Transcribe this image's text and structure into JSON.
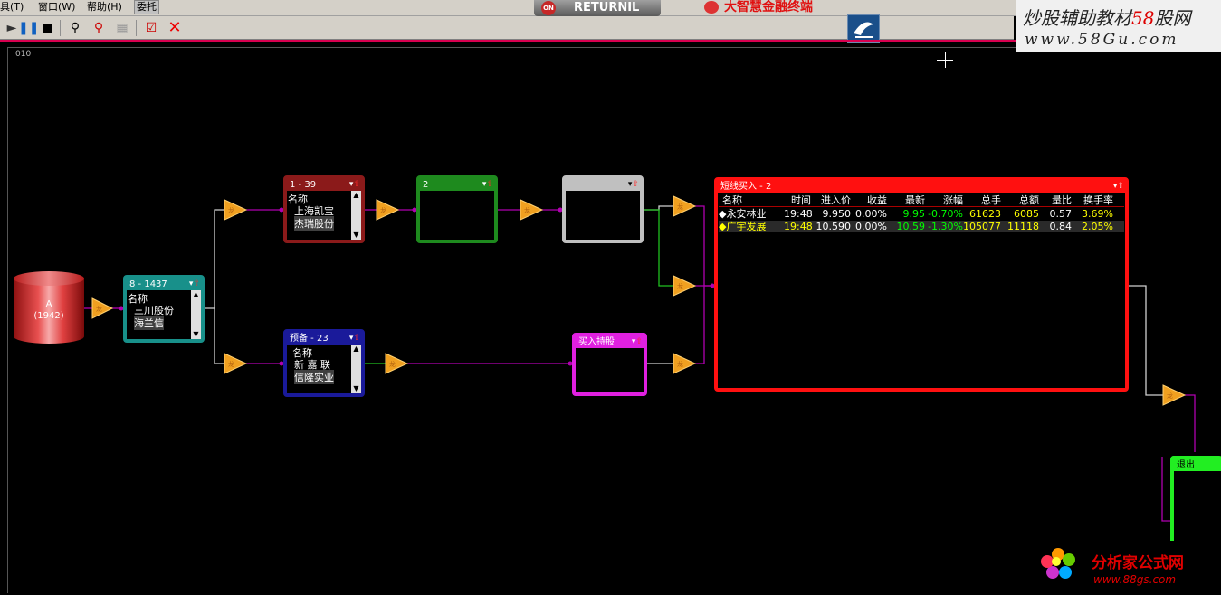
{
  "menubar": {
    "items": [
      "具(T)",
      "窗口(W)",
      "帮助(H)",
      "委托"
    ],
    "returnil": {
      "badge": "ON",
      "label": "RETURNIL"
    },
    "terminal_title": "大智慧金融终端"
  },
  "toolbar": {
    "icons": [
      "pause-icon",
      "stop-icon",
      "search-icon",
      "search-config-icon",
      "filter-icon",
      "edit-icon",
      "close-icon"
    ]
  },
  "watermark_top": {
    "title_prefix": "炒股辅助教材",
    "title_num": "58",
    "title_suffix": "股网",
    "url": "www.58Gu.com"
  },
  "watermark_bottom": {
    "title": "分析家公式网",
    "url": "www.88gs.com"
  },
  "canvas": {
    "label": "010"
  },
  "source": {
    "line1": "A",
    "line2": "(1942)"
  },
  "nodes": {
    "n1437": {
      "title": "8 - 1437",
      "header": "名称",
      "rows": [
        "三川股份",
        "海兰信"
      ],
      "color": "#18908a"
    },
    "n39": {
      "title": "1 - 39",
      "header": "名称",
      "rows": [
        "上海凯宝",
        "杰瑞股份"
      ],
      "color": "#8b1a1a"
    },
    "n2": {
      "title": "2",
      "color": "#1e8a1e"
    },
    "ngray": {
      "title": "",
      "color": "#c0c0c0"
    },
    "nyubei": {
      "title": "预备 - 23",
      "header": "名称",
      "rows": [
        "新 嘉 联",
        "信隆实业"
      ],
      "color": "#1a1a9a"
    },
    "nbuyhold": {
      "title": "买入持股",
      "color": "#e020e0"
    },
    "nout": {
      "title": "退出",
      "color": "#22ee22"
    }
  },
  "result": {
    "title": "短线买入 - 2",
    "columns": [
      "名称",
      "时间",
      "进入价",
      "收益",
      "最新",
      "涨幅",
      "总手",
      "总额",
      "量比",
      "换手率"
    ],
    "rows": [
      [
        "◆永安林业",
        "19:48",
        "9.950",
        "0.00%",
        "9.95",
        "-0.70%",
        "61623",
        "6085",
        "0.57",
        "3.69%"
      ],
      [
        "◆广宇发展",
        "19:48",
        "10.590",
        "0.00%",
        "10.59",
        "-1.30%",
        "105077",
        "11118",
        "0.84",
        "2.05%"
      ]
    ]
  },
  "colors": {
    "wire_purple": "#b000b0",
    "wire_gray": "#d0d0d0",
    "wire_green": "#20c020",
    "filter_fill": "#f0a020",
    "result_border": "#ff1010"
  }
}
